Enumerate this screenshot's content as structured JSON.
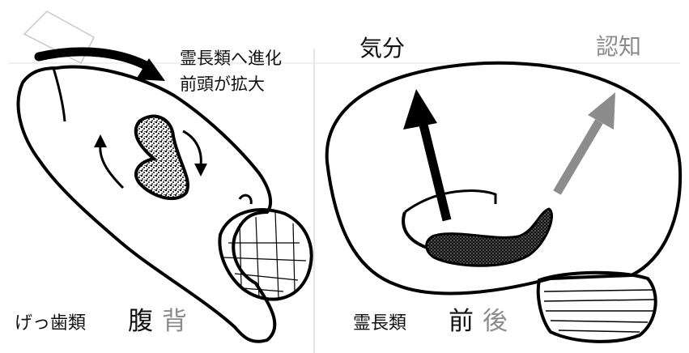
{
  "rodent_panel": {
    "evolution_line1": "霊長類へ進化",
    "evolution_line2": "前頭が拡大",
    "species_label": "げっ歯類",
    "axis_ventral": "腹",
    "axis_dorsal": "背"
  },
  "primate_panel": {
    "mood_label": "気分",
    "cognition_label": "認知",
    "species_label": "霊長類",
    "axis_anterior": "前",
    "axis_posterior": "後"
  },
  "colors": {
    "ink": "#000000",
    "gray_accent": "#8c8c8c",
    "background": "#ffffff"
  }
}
